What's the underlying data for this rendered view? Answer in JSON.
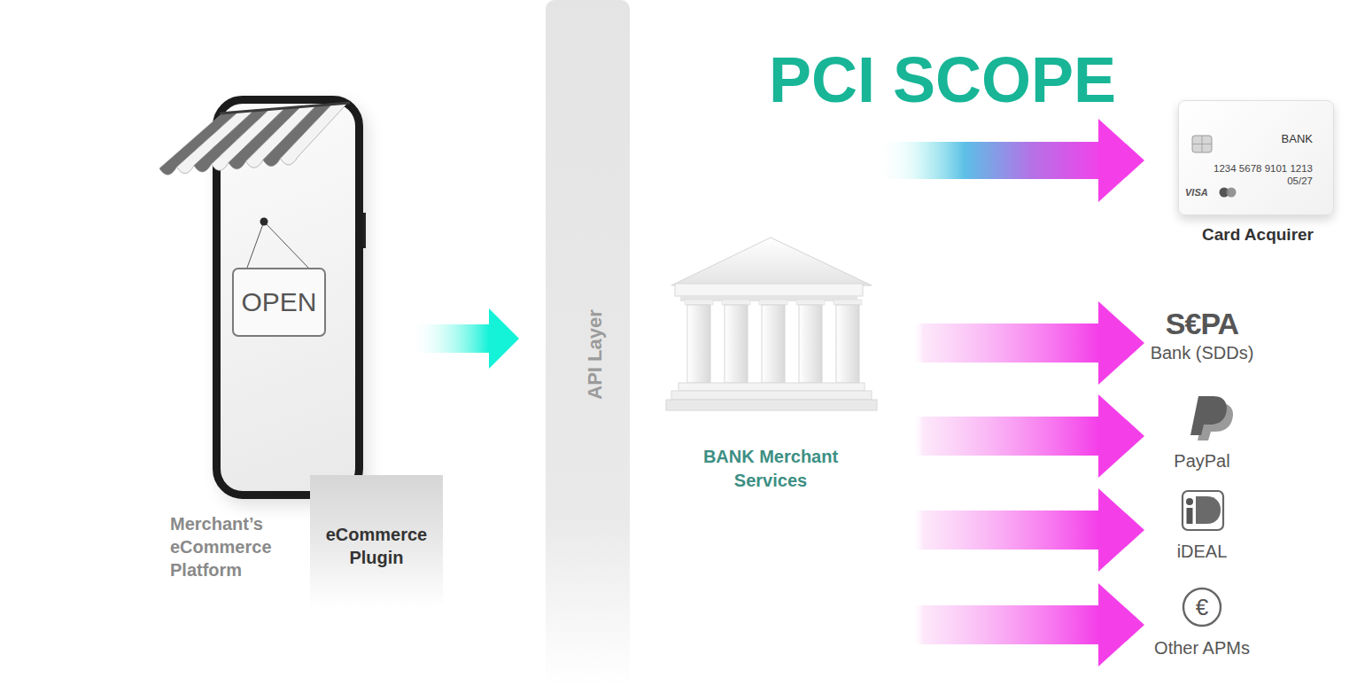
{
  "diagram": {
    "nodes": [
      {
        "text": [
          "Merchant’s eCommerce Platform"
        ]
      },
      {
        "text": [
          "OPEN"
        ],
        "in": 0
      },
      {
        "text": [
          "eCommerce Plugin"
        ]
      },
      {
        "text": [
          "API Layer"
        ]
      },
      {
        "text": [
          "PCI SCOPE"
        ]
      },
      {
        "text": [
          "BANK Merchant Services"
        ],
        "in": 4
      },
      {
        "text": [
          "BANK",
          "1234 5678 9101 1213",
          "05/27",
          "VISA",
          "Card Acquirer"
        ]
      },
      {
        "text": [
          "S€PA",
          "Bank (SDDs)"
        ]
      },
      {
        "text": [
          "PayPal"
        ]
      },
      {
        "text": [
          "iDEAL"
        ]
      },
      {
        "text": [
          "€",
          "Other APMs"
        ]
      }
    ],
    "edges": [
      {
        "from": 0,
        "to": 3,
        "arrow": "to"
      },
      {
        "from": 5,
        "to": 6,
        "arrow": "to"
      },
      {
        "from": 5,
        "to": 7,
        "arrow": "to"
      },
      {
        "from": 5,
        "to": 8,
        "arrow": "to"
      },
      {
        "from": 5,
        "to": 9,
        "arrow": "to"
      },
      {
        "from": 5,
        "to": 10,
        "arrow": "to"
      }
    ]
  }
}
